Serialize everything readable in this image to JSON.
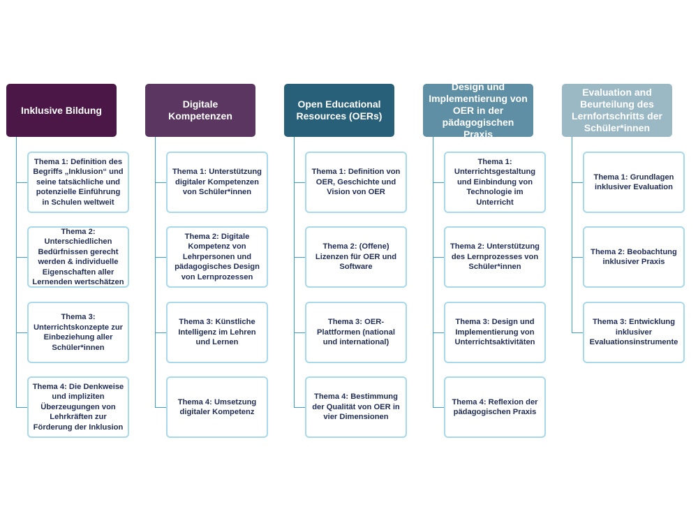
{
  "columns": [
    {
      "title": "Inklusive Bildung",
      "color": "#4a1746",
      "topics": [
        "Thema 1: Definition des Begriffs „Inklusion“ und seine tatsächliche und potenzielle Einführung in Schulen weltweit",
        "Thema 2: Unterschiedlichen Bedürfnissen gerecht werden & individuelle Eigenschaften aller Lernenden wertschätzen",
        "Thema 3: Unterrichtskonzepte zur Einbeziehung aller Schüler*innen",
        "Thema 4: Die Denkweise und impliziten Überzeugungen von Lehrkräften zur Förderung der Inklusion"
      ]
    },
    {
      "title": "Digitale Kompetenzen",
      "color": "#5a3660",
      "topics": [
        "Thema 1: Unterstützung digitaler Kompetenzen von Schüler*innen",
        "Thema 2: Digitale Kompetenz von Lehrpersonen und pädagogisches Design von Lernprozessen",
        "Thema 3: Künstliche Intelligenz im Lehren und Lernen",
        "Thema 4: Umsetzung digitaler Kompetenz"
      ]
    },
    {
      "title": "Open Educational Resources (OERs)",
      "color": "#285f79",
      "topics": [
        "Thema 1: Definition von OER, Geschichte und Vision von OER",
        "Thema 2: (Offene) Lizenzen für OER und Software",
        "Thema 3: OER-Plattformen (national und international)",
        "Thema 4: Bestimmung der Qualität von OER in vier Dimensionen"
      ]
    },
    {
      "title": "Design und Implementierung von OER in der pädagogischen Praxis",
      "color": "#5f8fa4",
      "topics": [
        "Thema 1: Unterrichtsgestaltung und Einbindung von Technologie im Unterricht",
        "Thema 2: Unterstützung des Lernprozesses von Schüler*innen",
        "Thema 3: Design und Implementierung von Unterrichtsaktivitäten",
        "Thema 4: Reflexion der pädagogischen Praxis"
      ]
    },
    {
      "title": "Evaluation and Beurteilung des Lernfortschritts der Schüler*innen",
      "color": "#9bb8c5",
      "topics": [
        "Thema 1: Grundlagen inklusiver Evaluation",
        "Thema 2: Beobachtung inklusiver Praxis",
        "Thema 3: Entwicklung inklusiver Evaluationsinstrumente"
      ]
    }
  ]
}
